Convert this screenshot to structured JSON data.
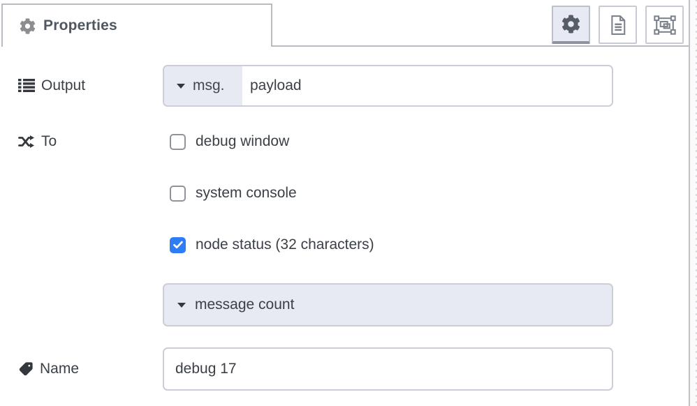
{
  "colors": {
    "accent": "#2e7cf6",
    "field_tint": "#e7e9f3",
    "border": "#cbcdd7",
    "tab_border": "#b9bbc3",
    "text": "#3b4047"
  },
  "header": {
    "tab": {
      "label": "Properties"
    },
    "toolbar": [
      {
        "name": "properties-tab-button",
        "icon": "gear-icon",
        "selected": true
      },
      {
        "name": "description-tab-button",
        "icon": "document-icon",
        "selected": false
      },
      {
        "name": "appearance-tab-button",
        "icon": "appearance-icon",
        "selected": false
      }
    ]
  },
  "form": {
    "output": {
      "label": "Output",
      "icon": "list-icon",
      "type_selector": "msg.",
      "value": "payload"
    },
    "to": {
      "label": "To",
      "icon": "shuffle-icon",
      "options": [
        {
          "label": "debug window",
          "checked": false
        },
        {
          "label": "system console",
          "checked": false
        },
        {
          "label": "node status (32 characters)",
          "checked": true
        }
      ]
    },
    "status_value": {
      "value": "message count"
    },
    "name": {
      "label": "Name",
      "icon": "tag-icon",
      "value": "debug 17"
    }
  }
}
